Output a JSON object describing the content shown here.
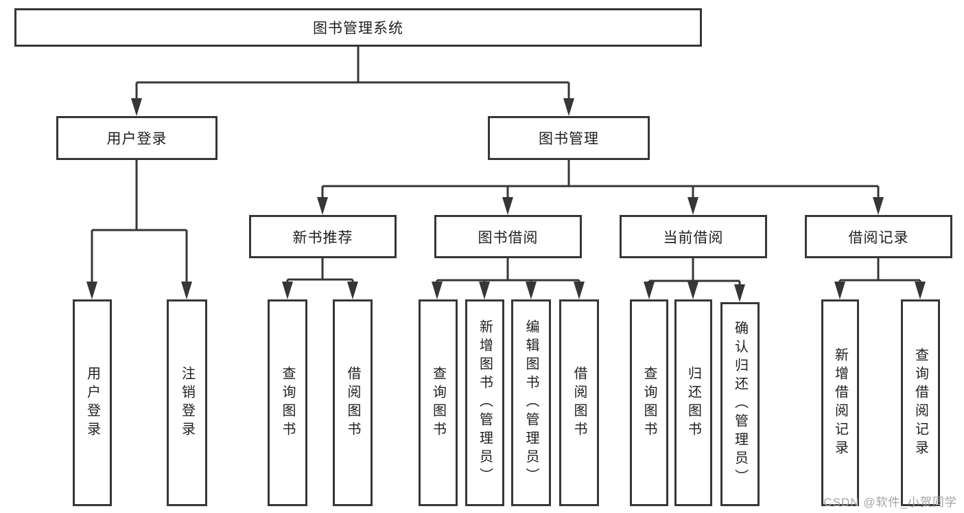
{
  "root": {
    "label": "图书管理系统"
  },
  "level1": [
    {
      "id": "user-login",
      "label": "用户登录"
    },
    {
      "id": "book-management",
      "label": "图书管理"
    }
  ],
  "level2": [
    {
      "id": "new-book-recommendation",
      "label": "新书推荐"
    },
    {
      "id": "book-borrowing",
      "label": "图书借阅"
    },
    {
      "id": "current-borrowing",
      "label": "当前借阅"
    },
    {
      "id": "borrowing-records",
      "label": "借阅记录"
    }
  ],
  "leaves": [
    {
      "id": "user-login",
      "parent": "user-login",
      "label": "用户登录"
    },
    {
      "id": "logout",
      "parent": "user-login",
      "label": "注销登录"
    },
    {
      "id": "query-books-1",
      "parent": "new-book-recommendation",
      "label": "查询图书"
    },
    {
      "id": "borrow-books-1",
      "parent": "new-book-recommendation",
      "label": "借阅图书"
    },
    {
      "id": "query-books-2",
      "parent": "book-borrowing",
      "label": "查询图书"
    },
    {
      "id": "add-book-admin",
      "parent": "book-borrowing",
      "label": "新增图书（管理员）"
    },
    {
      "id": "edit-book-admin",
      "parent": "book-borrowing",
      "label": "编辑图书（管理员）"
    },
    {
      "id": "borrow-books-2",
      "parent": "book-borrowing",
      "label": "借阅图书"
    },
    {
      "id": "query-books-3",
      "parent": "current-borrowing",
      "label": "查询图书"
    },
    {
      "id": "return-books",
      "parent": "current-borrowing",
      "label": "归还图书"
    },
    {
      "id": "confirm-return-admin",
      "parent": "current-borrowing",
      "label": "确认归还（管理员）"
    },
    {
      "id": "add-borrow-record",
      "parent": "borrowing-records",
      "label": "新增借阅记录"
    },
    {
      "id": "query-borrow-record",
      "parent": "borrowing-records",
      "label": "查询借阅记录"
    }
  ],
  "watermark": {
    "text": "CSDN @软件_小贺同学"
  },
  "colors": {
    "line": "#363636",
    "text": "#1f1f1f",
    "background": "#ffffff",
    "watermark": "#a3a3a3"
  }
}
